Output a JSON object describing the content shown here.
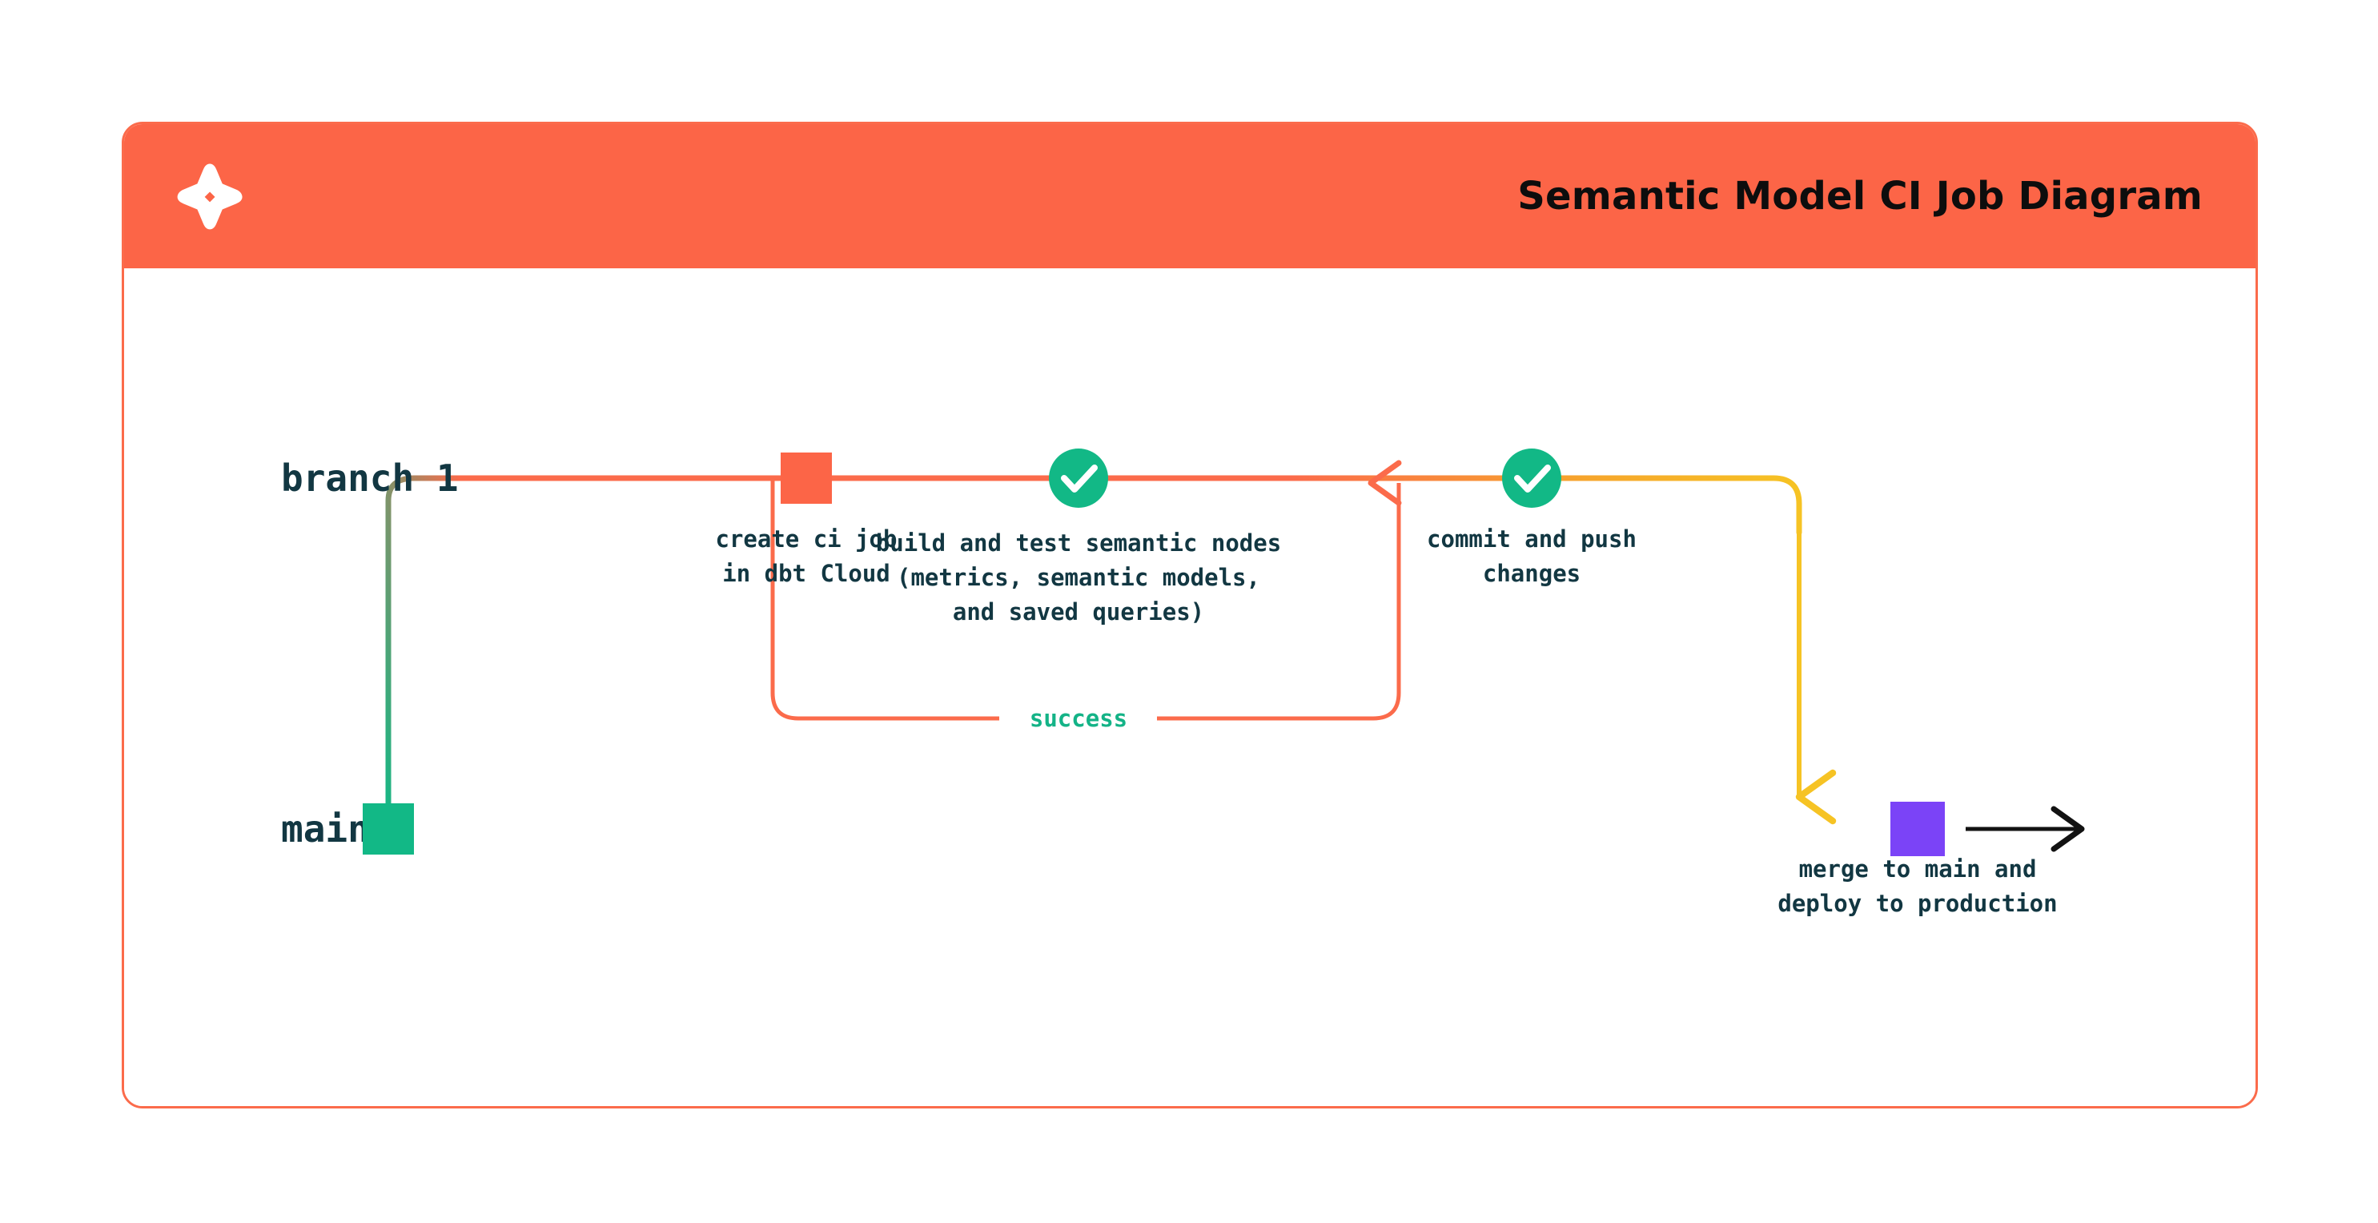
{
  "card": {
    "title": "Semantic Model CI Job Diagram",
    "logo_icon": "dbt-logo-icon",
    "header_color": "#fc6547",
    "border_color": "#fb6b4b"
  },
  "diagram": {
    "branches": [
      {
        "id": "branch-1",
        "label": "branch 1",
        "line_color": "#fb6b4b"
      },
      {
        "id": "main",
        "label": "main",
        "line_color": "#12b886"
      }
    ],
    "nodes": [
      {
        "id": "main-start",
        "shape": "square",
        "color": "#12b886",
        "label": "",
        "name": "main-start-node"
      },
      {
        "id": "create-ci-job",
        "shape": "square",
        "color": "#fc6547",
        "label_lines": [
          "create ci job",
          "in dbt Cloud"
        ],
        "name": "create-ci-job-node"
      },
      {
        "id": "build-and-test",
        "shape": "check-circle",
        "color": "#12b886",
        "icon": "check-icon",
        "label_lines": [
          "build and test semantic nodes",
          "(metrics, semantic models,",
          "and saved queries)"
        ],
        "name": "build-and-test-node"
      },
      {
        "id": "commit-and-push",
        "shape": "check-circle",
        "color": "#12b886",
        "icon": "check-icon",
        "label_lines": [
          "commit and push",
          "changes"
        ],
        "name": "commit-and-push-node"
      },
      {
        "id": "merge-to-main",
        "shape": "square",
        "color": "#7b43f7",
        "label_lines": [
          "merge to main and",
          "deploy to production"
        ],
        "name": "merge-to-main-node"
      }
    ],
    "loop": {
      "label": "success",
      "color": "#fb6b4b",
      "label_color": "#14b387",
      "name": "success-loop"
    },
    "merge_arrow": {
      "color": "#f6c324",
      "name": "merge-arrow"
    },
    "end_arrow": {
      "color": "#121212",
      "name": "production-arrow"
    }
  },
  "chart_data": {
    "type": "diagram",
    "title": "Semantic Model CI Job Diagram",
    "lanes": [
      "branch 1",
      "main"
    ],
    "steps": [
      {
        "order": 1,
        "lane": "branch 1",
        "marker": "square",
        "color": "#fc6547",
        "text": "create ci job in dbt Cloud"
      },
      {
        "order": 2,
        "lane": "branch 1",
        "marker": "check",
        "color": "#12b886",
        "text": "build and test semantic nodes (metrics, semantic models, and saved queries)"
      },
      {
        "order": 3,
        "lane": "branch 1",
        "marker": "loop",
        "color": "#fb6b4b",
        "text": "success"
      },
      {
        "order": 4,
        "lane": "branch 1",
        "marker": "check",
        "color": "#12b886",
        "text": "commit and push changes"
      },
      {
        "order": 5,
        "lane": "main",
        "marker": "square",
        "color": "#7b43f7",
        "text": "merge to main and deploy to production"
      }
    ]
  }
}
